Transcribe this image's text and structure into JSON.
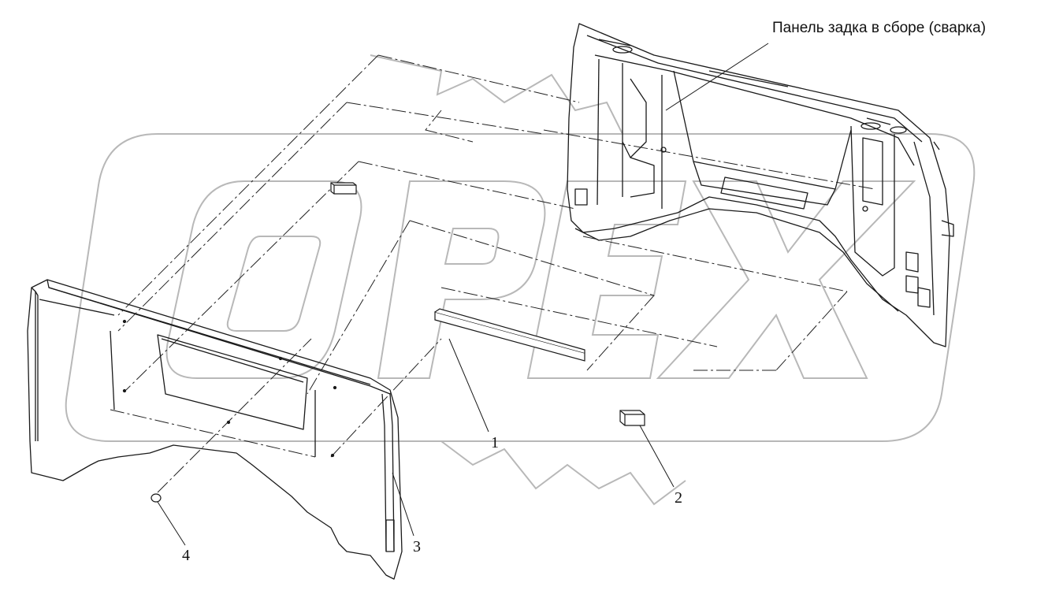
{
  "diagram": {
    "title": "Панель задка в сборе (сварка)",
    "watermark_text": "OPEX",
    "callouts": [
      {
        "id": "1",
        "label": "1"
      },
      {
        "id": "2",
        "label": "2"
      },
      {
        "id": "3",
        "label": "3"
      },
      {
        "id": "4",
        "label": "4"
      }
    ],
    "line_color": "#111111",
    "watermark_color": "#bfbfbf"
  }
}
